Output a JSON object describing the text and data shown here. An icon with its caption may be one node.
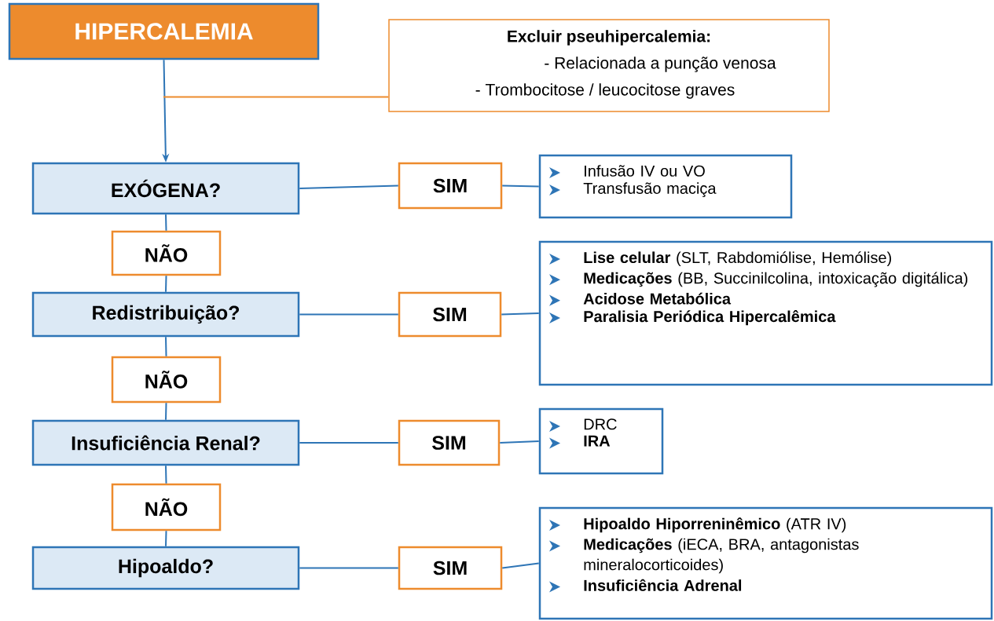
{
  "diagram": {
    "nodes": [
      {
        "text": [
          "HIPERCALEMIA"
        ]
      },
      {
        "text": [
          "Excluir pseuhipercalemia:",
          "- Relacionada a punção venosa",
          "- Trombocitose / leucocitose graves"
        ]
      },
      {
        "text": [
          "EXÓGENA?"
        ]
      },
      {
        "text": [
          "SIM"
        ]
      },
      {
        "text": [
          "Infusão IV ou VO",
          "Transfusão maciça"
        ]
      },
      {
        "text": [
          "NÃO"
        ]
      },
      {
        "text": [
          "Redistribuição?"
        ]
      },
      {
        "text": [
          "SIM"
        ]
      },
      {
        "text": [
          "**Lise celular** (SLT, Rabdomiólise, Hemólise)",
          "**Medicações** (BB, Succinilcolina, intoxicação digitálica)",
          "**Acidose Metabólica**",
          "**Paralisia Periódica Hipercalêmica**"
        ]
      },
      {
        "text": [
          "NÃO"
        ]
      },
      {
        "text": [
          "Insuficiência Renal?"
        ]
      },
      {
        "text": [
          "SIM"
        ]
      },
      {
        "text": [
          "DRC",
          "**IRA**"
        ]
      },
      {
        "text": [
          "NÃO"
        ]
      },
      {
        "text": [
          "Hipoaldo?"
        ]
      },
      {
        "text": [
          "SIM"
        ]
      },
      {
        "text": [
          "**Hipoaldo Hiporreninêmico** (ATR IV)",
          "**Medicações** (iECA, BRA, antagonistas mineralocorticoides)",
          "**Insuficiência Adrenal**"
        ]
      }
    ],
    "edges": [
      {
        "from": 0,
        "to": 2,
        "arrow": "to"
      },
      {
        "from": 1,
        "to": null,
        "arrow": "none",
        "color": "#ed8b2d"
      },
      {
        "from": 2,
        "to": 3,
        "arrow": "none"
      },
      {
        "from": 3,
        "to": 4,
        "arrow": "none"
      },
      {
        "from": 2,
        "to": 5,
        "arrow": "none"
      },
      {
        "from": 5,
        "to": 6,
        "arrow": "none"
      },
      {
        "from": 6,
        "to": 7,
        "arrow": "none"
      },
      {
        "from": 7,
        "to": 8,
        "arrow": "none"
      },
      {
        "from": 6,
        "to": 9,
        "arrow": "none"
      },
      {
        "from": 9,
        "to": 10,
        "arrow": "none"
      },
      {
        "from": 10,
        "to": 11,
        "arrow": "none"
      },
      {
        "from": 11,
        "to": 12,
        "arrow": "none"
      },
      {
        "from": 10,
        "to": 13,
        "arrow": "none"
      },
      {
        "from": 13,
        "to": 14,
        "arrow": "none"
      },
      {
        "from": 14,
        "to": 15,
        "arrow": "none"
      },
      {
        "from": 15,
        "to": 16,
        "arrow": "none"
      }
    ]
  }
}
